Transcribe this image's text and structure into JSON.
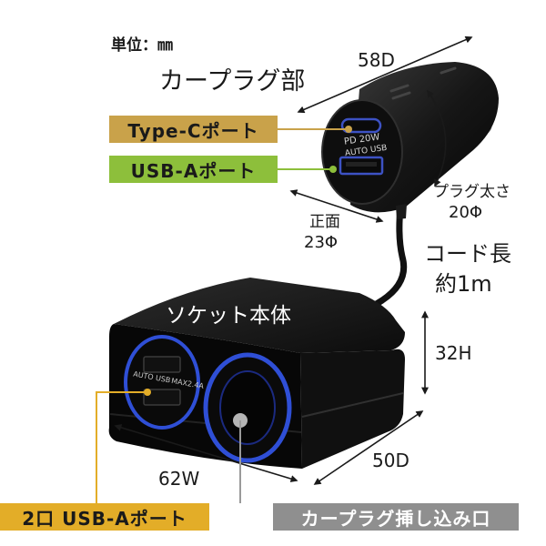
{
  "unit_label": "単位：㎜",
  "plug_section_title": "カープラグ部",
  "socket_body_title": "ソケット本体",
  "labels": {
    "type_c": "Type-Cポート",
    "usb_a": "USB-Aポート",
    "two_usb_a": "2口 USB-Aポート",
    "plug_insert": "カープラグ挿し込み口"
  },
  "dimensions": {
    "plug_depth": "58D",
    "plug_thickness_label": "プラグ太さ",
    "plug_thickness_value": "20Φ",
    "front_label": "正面",
    "front_value": "23Φ",
    "cord_label": "コード長",
    "cord_value": "約1m",
    "socket_height": "32H",
    "socket_depth": "50D",
    "socket_width": "62W"
  },
  "product_printing": {
    "plug_pd": "PD 20W",
    "plug_auto_usb": "AUTO USB",
    "socket_auto_usb": "AUTO USB",
    "socket_max": "MAX2.4A"
  },
  "colors": {
    "type_c_bg": "#c9a24a",
    "usb_a_bg": "#8dbf3b",
    "two_usb_a_bg": "#e3ad28",
    "plug_insert_bg": "#8f8f8f",
    "blue_ring": "#2f4fd6",
    "device_body": "#151515"
  }
}
